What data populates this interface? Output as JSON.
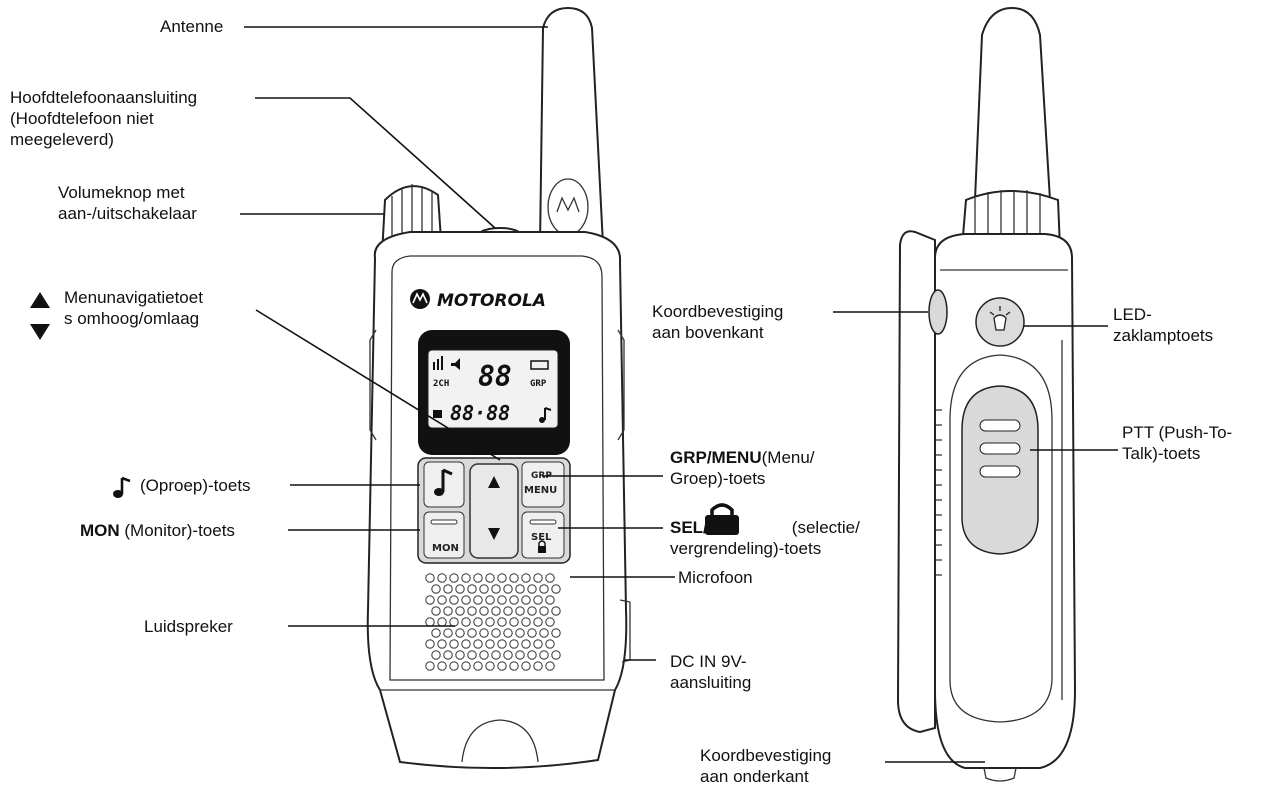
{
  "labels": {
    "antenna": "Antenne",
    "headphone_line1": "Hoofdtelefoonaansluiting",
    "headphone_line2": "(Hoofdtelefoon niet",
    "headphone_line3": "meegeleverd)",
    "volume_line1": "Volumeknop met",
    "volume_line2": "aan-/uitschakelaar",
    "menu_nav_line1": "Menunavigatietoet",
    "menu_nav_line2": "s omhoog/omlaag",
    "call_key": "(Oproep)-toets",
    "mon_bold": "MON",
    "mon_rest": " (Monitor)-toets",
    "speaker": "Luidspreker",
    "grp_bold": "GRP/MENU",
    "grp_rest": "(Menu/",
    "grp_line2": "Groep)-toets",
    "sel_bold": "SEL/",
    "sel_rest": "(selectie/",
    "sel_line2": "vergrendeling)-toets",
    "microphone": "Microfoon",
    "dcin_line1": "DC IN 9V-",
    "dcin_line2": "aansluiting",
    "top_strap_line1": "Koordbevestiging",
    "top_strap_line2": "aan bovenkant",
    "led_line1": "LED-",
    "led_line2": "zaklamptoets",
    "ptt_line1": "PTT (Push-To-",
    "ptt_line2": "Talk)-toets",
    "bottom_strap_line1": "Koordbevestiging",
    "bottom_strap_line2": "aan onderkant"
  },
  "device": {
    "brand": "MOTOROLA",
    "lcd_digits": "88",
    "lcd_segments": "88·88",
    "lcd_2ch": "2CH",
    "lcd_grp": "GRP",
    "key_grp": "GRP",
    "key_menu": "MENU",
    "key_mon": "MON",
    "key_sel": "SEL"
  },
  "icons": {
    "up": "up-triangle-icon",
    "down": "down-triangle-icon",
    "note": "music-note-icon",
    "lock": "padlock-icon",
    "flashlight": "flashlight-icon",
    "logo": "motorola-batwing-icon"
  }
}
